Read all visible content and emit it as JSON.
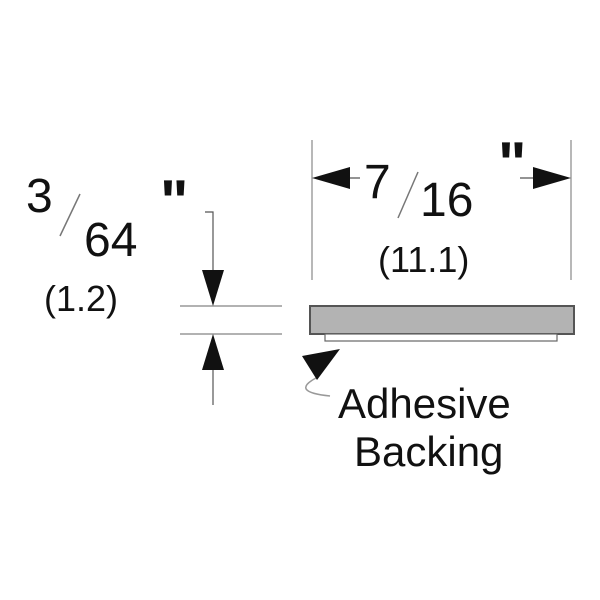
{
  "thickness": {
    "numerator": "3",
    "denominator": "64",
    "unit": "\"",
    "metric": "(1.2)"
  },
  "width": {
    "numerator": "7",
    "denominator": "16",
    "unit": "\"",
    "metric": "(11.1)"
  },
  "callout": {
    "line1": "Adhesive",
    "line2": "Backing"
  },
  "colors": {
    "plate": "#b3b3b3",
    "plate_stroke": "#555555",
    "dimension_line": "#888888",
    "arrow": "#111111"
  }
}
